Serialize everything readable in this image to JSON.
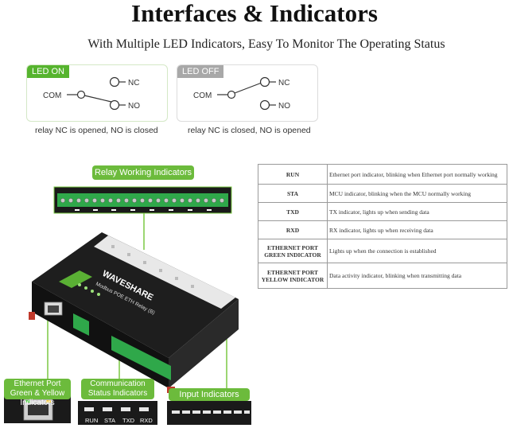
{
  "header": {
    "title": "Interfaces & Indicators",
    "subtitle": "With Multiple LED Indicators, Easy To Monitor The Operating Status"
  },
  "led_on": {
    "tag": "LED ON",
    "com": "COM",
    "nc": "NC",
    "no": "NO",
    "caption": "relay NC is opened, NO is closed"
  },
  "led_off": {
    "tag": "LED OFF",
    "com": "COM",
    "nc": "NC",
    "no": "NO",
    "caption": "relay NC is closed, NO is opened"
  },
  "device": {
    "relay_label": "Relay Working Indicators",
    "ethernet_label": "Ethernet Port Green & Yellow Indicators",
    "comm_label": "Communication Status Indicators",
    "input_label": "Input Indicators",
    "brand": "WAVESHARE",
    "model": "Modbus POE ETH Relay (B)",
    "status_leds": [
      "RUN",
      "STA",
      "TXD",
      "RXD"
    ]
  },
  "indicators": [
    {
      "name": "RUN",
      "desc": "Ethernet port indicator, blinking when Ethernet port normally working"
    },
    {
      "name": "STA",
      "desc": "MCU indicator, blinking when the MCU normally working"
    },
    {
      "name": "TXD",
      "desc": "TX indicator, lights up when sending data"
    },
    {
      "name": "RXD",
      "desc": "RX indicator, lights up when receiving data"
    },
    {
      "name": "ETHERNET PORT GREEN INDICATOR",
      "desc": "Lights up when the connection is established"
    },
    {
      "name": "ETHERNET PORT YELLOW INDICATOR",
      "desc": "Data activity indicator, blinking when transmitting data"
    }
  ],
  "colors": {
    "green": "#6cbb3c",
    "gray": "#a8a8a8"
  }
}
